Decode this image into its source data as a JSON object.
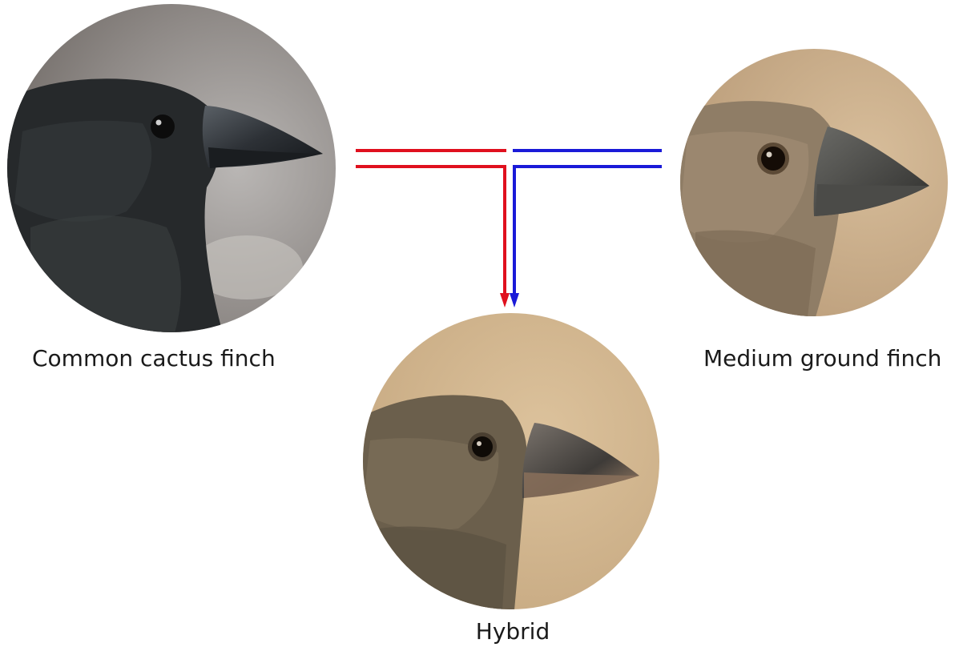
{
  "labels": {
    "left": "Common cactus finch",
    "right": "Medium ground finch",
    "child": "Hybrid"
  },
  "photos": {
    "left": "bird-photo-common-cactus-finch",
    "right": "bird-photo-medium-ground-finch",
    "child": "bird-photo-hybrid"
  },
  "colors": {
    "left_parent_line": "#e0101e",
    "right_parent_line": "#1a1ad8"
  }
}
